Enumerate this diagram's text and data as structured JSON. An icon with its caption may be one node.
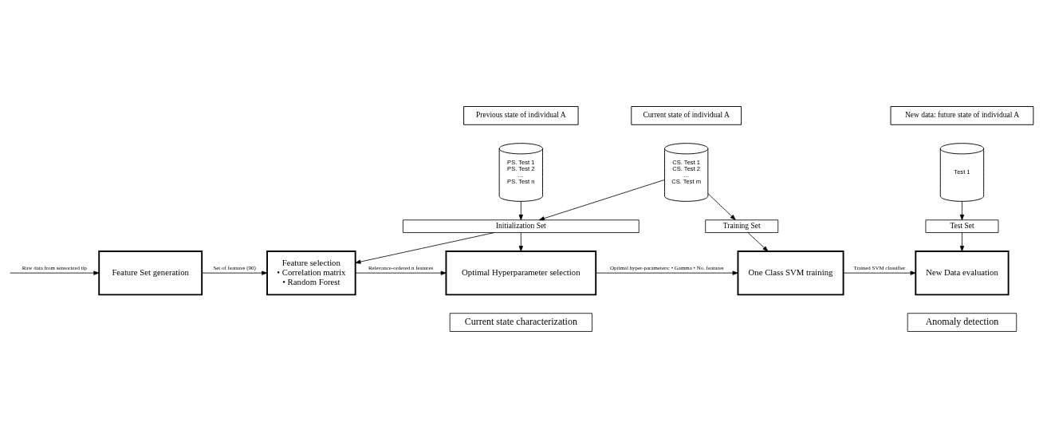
{
  "diagram": {
    "nodes": [
      {
        "text": [
          "Previous state of individual A"
        ]
      },
      {
        "text": [
          "PS. Test 1",
          "PS. Test 2",
          "…",
          "PS. Test n"
        ]
      },
      {
        "text": [
          "Current state of individual A"
        ]
      },
      {
        "text": [
          "CS. Test 1",
          "CS. Test 2",
          "…",
          "CS. Test m"
        ]
      },
      {
        "text": [
          "New data: future state of individual A"
        ]
      },
      {
        "text": [
          "Test 1"
        ]
      },
      {
        "text": [
          "Initialization Set"
        ]
      },
      {
        "text": [
          "Training Set"
        ]
      },
      {
        "text": [
          "Test Set"
        ]
      },
      {
        "text": [
          "Feature Set generation"
        ]
      },
      {
        "text": [
          "Feature selection",
          "• Correlation matrix",
          "• Random Forest"
        ]
      },
      {
        "text": [
          "Optimal Hyperparameter selection"
        ]
      },
      {
        "text": [
          "One Class SVM training"
        ]
      },
      {
        "text": [
          "New Data evaluation"
        ]
      },
      {
        "text": [
          "Current state characterization"
        ]
      },
      {
        "text": [
          "Anomaly detection"
        ]
      }
    ],
    "edges": [
      {
        "from": 1,
        "to": 6,
        "arrow": "to"
      },
      {
        "from": 3,
        "to": 6,
        "arrow": "to"
      },
      {
        "from": 3,
        "to": 7,
        "arrow": "to"
      },
      {
        "from": 5,
        "to": 8,
        "arrow": "to"
      },
      {
        "from": 6,
        "to": 10,
        "arrow": "to"
      },
      {
        "from": 6,
        "to": 11,
        "arrow": "to"
      },
      {
        "from": 7,
        "to": 12,
        "arrow": "to"
      },
      {
        "from": 8,
        "to": 13,
        "arrow": "to"
      },
      {
        "from": null,
        "to": 9,
        "arrow": "to",
        "label": "Raw data from sensorized tip"
      },
      {
        "from": 9,
        "to": 10,
        "arrow": "to",
        "label": "Set of features (90)"
      },
      {
        "from": 10,
        "to": 11,
        "arrow": "to",
        "label": "Relevance-ordered n features"
      },
      {
        "from": 11,
        "to": 12,
        "arrow": "to",
        "label": "Optimal hyper-parameters: • Gamma • No. features"
      },
      {
        "from": 12,
        "to": 13,
        "arrow": "to",
        "label": "Trained SVM classifier"
      }
    ]
  }
}
